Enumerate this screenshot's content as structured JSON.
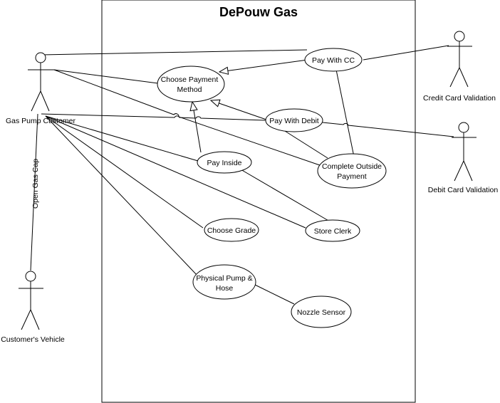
{
  "system": {
    "title": "DePouw Gas"
  },
  "actors": {
    "gas_pump_customer": "Gas Pump Customer",
    "customers_vehicle": "Customer's Vehicle",
    "credit_card_validation": "Credit Card Validation",
    "debit_card_validation": "Debit Card Validation"
  },
  "use_cases": {
    "choose_payment_line1": "Choose Payment",
    "choose_payment_line2": "Method",
    "pay_with_cc": "Pay With CC",
    "pay_with_debit": "Pay With Debit",
    "complete_outside_line1": "Complete Outside",
    "complete_outside_line2": "Payment",
    "pay_inside": "Pay Inside",
    "store_clerk": "Store Clerk",
    "choose_grade": "Choose Grade",
    "physical_pump_line1": "Physical Pump &",
    "physical_pump_line2": "Hose",
    "nozzle_sensor": "Nozzle Sensor"
  },
  "associations": {
    "open_gas_cap": "Open Gas Cap"
  }
}
